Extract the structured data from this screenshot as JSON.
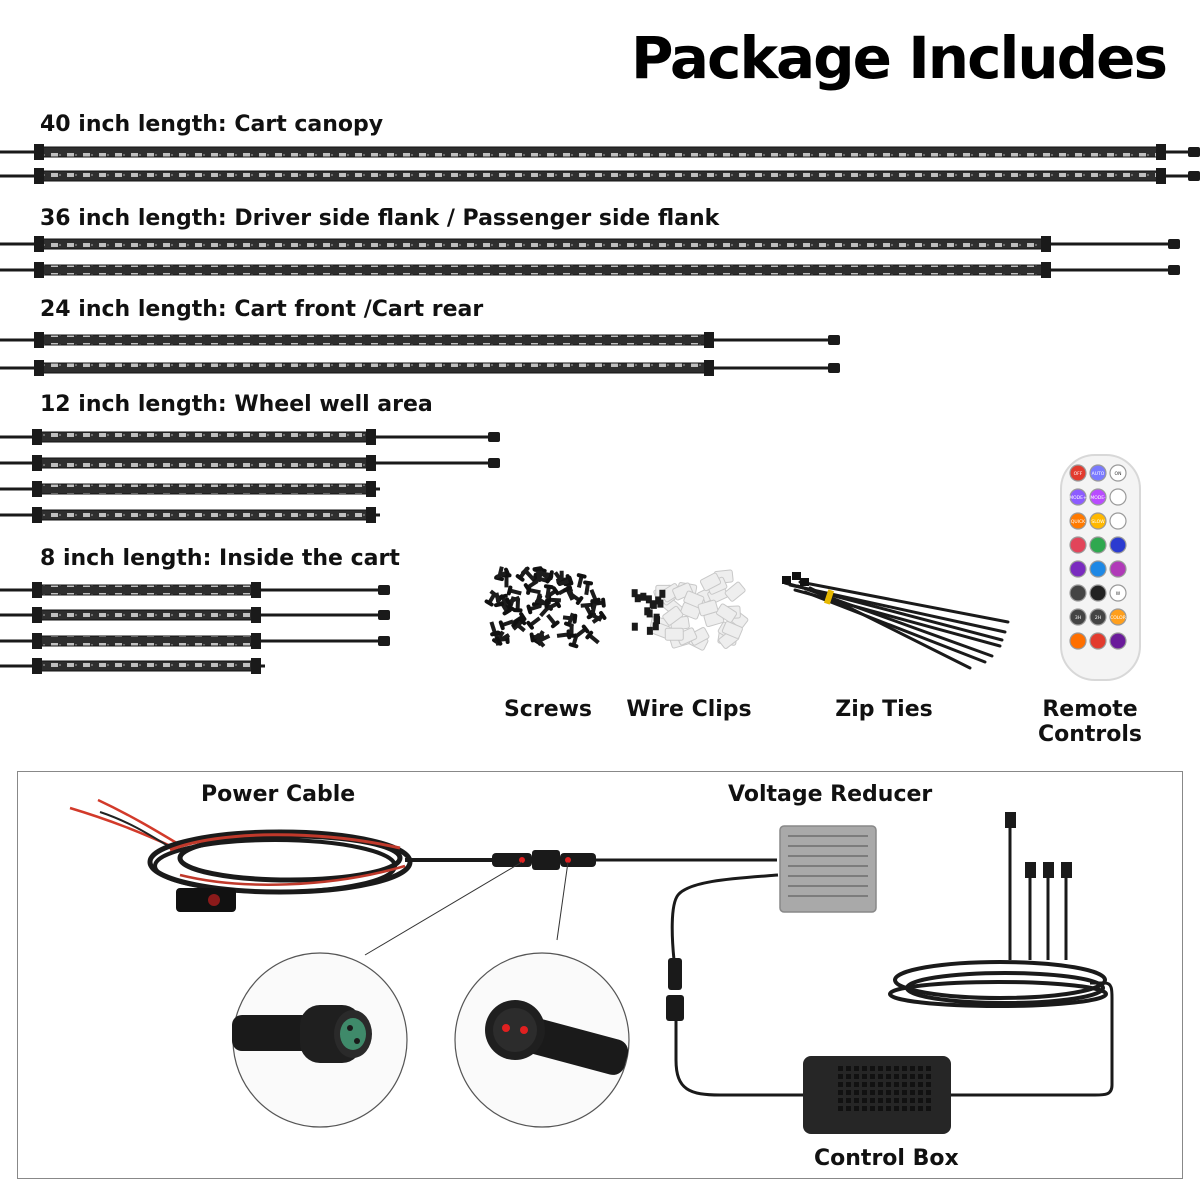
{
  "title": "Package Includes",
  "sections": [
    {
      "label": "40 inch length: Cart canopy",
      "count": 2
    },
    {
      "label": "36 inch length: Driver side flank / Passenger side flank",
      "count": 2
    },
    {
      "label": "24 inch length: Cart front /Cart rear",
      "count": 2
    },
    {
      "label": "12 inch length: Wheel well area",
      "count": 4
    },
    {
      "label": "8 inch length: Inside the cart",
      "count": 4
    }
  ],
  "accessories": {
    "screws": "Screws",
    "wire_clips": "Wire Clips",
    "zip_ties": "Zip Ties",
    "remote": "Remote Controls"
  },
  "remote_buttons": [
    "OFF",
    "AUTO",
    "ON",
    "MODE+",
    "MODE-",
    "",
    "QUICK",
    "SLOW",
    "",
    "",
    "",
    "",
    "",
    "",
    "",
    "",
    "",
    "W",
    "3H",
    "2H",
    "COLOR",
    "",
    "",
    ""
  ],
  "wiring": {
    "power_cable": "Power Cable",
    "voltage_reducer": "Voltage Reducer",
    "control_box": "Control Box"
  },
  "colors": {
    "strip": "#2a2a2a",
    "cable": "#1a1a1a",
    "wire_red": "#d23a2a",
    "connector_red": "#e02020",
    "reducer": "#a9a9a9",
    "border": "#888888"
  }
}
